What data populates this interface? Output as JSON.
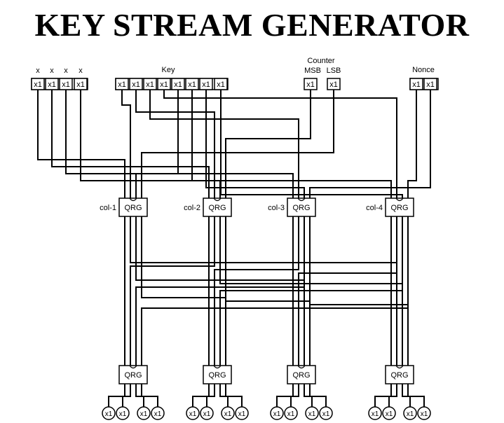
{
  "title": "KEY STREAM GENERATOR",
  "input_groups": {
    "x": {
      "labels": [
        "x",
        "x",
        "x",
        "x"
      ],
      "cells": [
        "x1",
        "x1",
        "x1",
        "x1"
      ]
    },
    "key": {
      "label": "Key",
      "cells": [
        "x1",
        "x1",
        "x1",
        "x1",
        "x1",
        "x1",
        "x1",
        "x1"
      ]
    },
    "counter": {
      "label": "Counter",
      "sublabels": [
        "MSB",
        "LSB"
      ],
      "cells": [
        "x1",
        "x1"
      ]
    },
    "nonce": {
      "label": "Nonce",
      "cells": [
        "x1",
        "x1"
      ]
    }
  },
  "column_blocks": [
    {
      "name": "col-1",
      "label": "QRG"
    },
    {
      "name": "col-2",
      "label": "QRG"
    },
    {
      "name": "col-3",
      "label": "QRG"
    },
    {
      "name": "col-4",
      "label": "QRG"
    }
  ],
  "diagonal_blocks": [
    {
      "label": "QRG"
    },
    {
      "label": "QRG"
    },
    {
      "label": "QRG"
    },
    {
      "label": "QRG"
    }
  ],
  "output_label": "x1",
  "colors": {
    "wire": "#000000",
    "box_fill": "#ffffff",
    "background": "#ffffff"
  }
}
